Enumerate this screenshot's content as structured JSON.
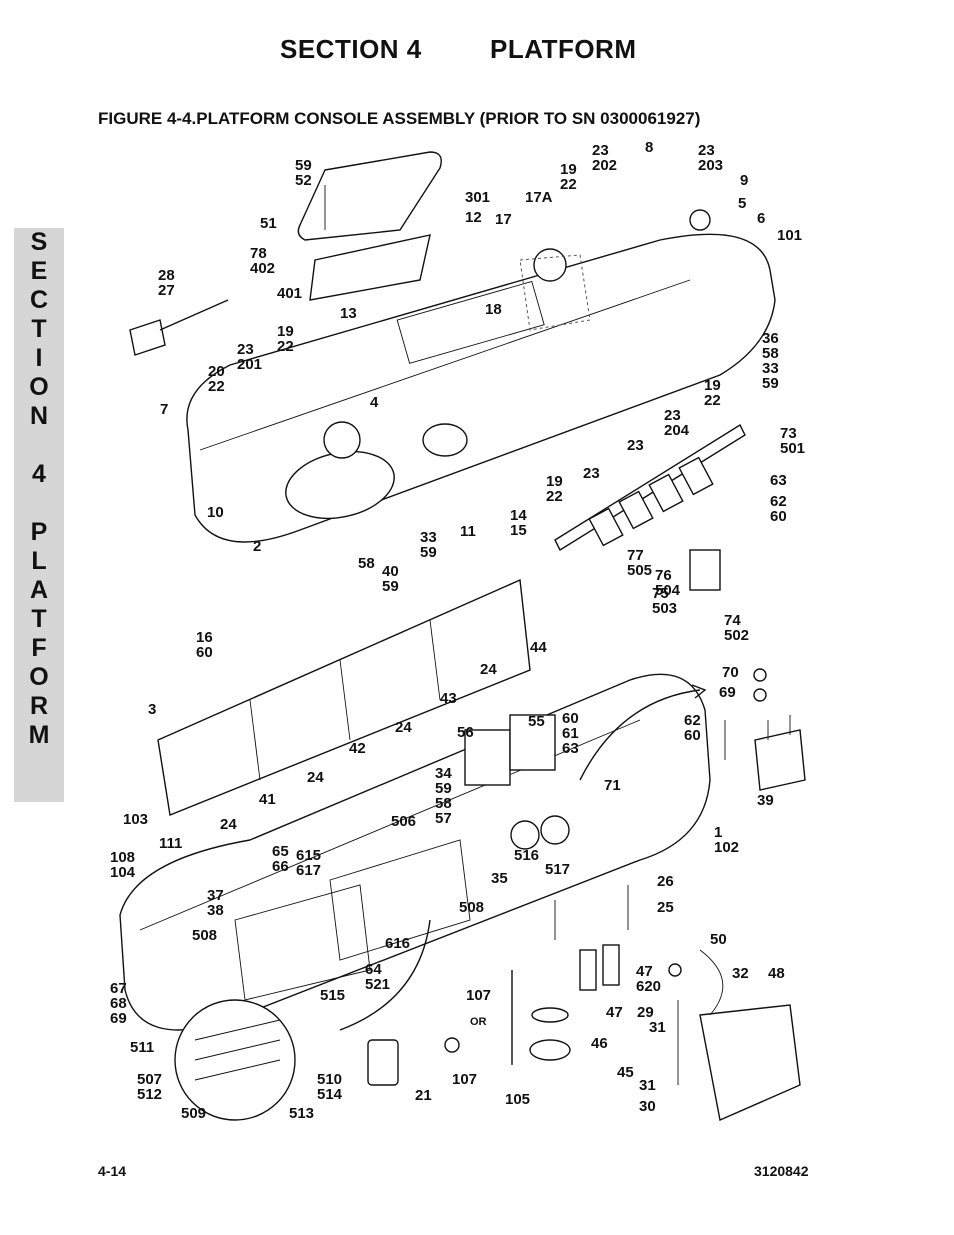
{
  "header": {
    "section": "SECTION 4",
    "name": "PLATFORM"
  },
  "figure_title": "FIGURE 4-4.PLATFORM CONSOLE ASSEMBLY (PRIOR TO SN 0300061927)",
  "side_tab": [
    "S",
    "E",
    "C",
    "T",
    "I",
    "O",
    "N",
    "",
    "4",
    "",
    "P",
    "L",
    "A",
    "T",
    "F",
    "O",
    "R",
    "M"
  ],
  "footer": {
    "page": "4-14",
    "doc_number": "3120842"
  },
  "callouts": [
    "59\n52",
    "51",
    "301",
    "12",
    "78\n402",
    "401",
    "28\n27",
    "13",
    "18",
    "17",
    "17A",
    "19\n22",
    "23\n202",
    "8",
    "23\n203",
    "9",
    "5",
    "6",
    "101",
    "36\n58\n33\n59",
    "19\n22",
    "23\n204",
    "23",
    "23",
    "19\n22",
    "20\n22",
    "23\n201",
    "19\n22",
    "7",
    "4",
    "10",
    "2",
    "33\n59",
    "11",
    "14\n15",
    "73\n501",
    "63",
    "62\n60",
    "77\n505",
    "76\n504",
    "75\n503",
    "74\n502",
    "58",
    "40\n59",
    "16\n60",
    "44",
    "24",
    "3",
    "43",
    "24",
    "42",
    "41",
    "24",
    "24",
    "55",
    "56",
    "60\n61\n63",
    "71",
    "70",
    "69",
    "62\n60",
    "39",
    "34\n59\n58\n57",
    "103",
    "111",
    "506",
    "615\n617",
    "65\n66",
    "108\n104",
    "37\n38",
    "516",
    "517",
    "35",
    "508",
    "1\n102",
    "26",
    "25",
    "508",
    "616",
    "64\n521",
    "50",
    "32",
    "48",
    "67\n68\n69",
    "515",
    "107",
    "47\n620",
    "29",
    "47",
    "31",
    "511",
    "46",
    "45",
    "107",
    "21",
    "507\n512",
    "510\n514",
    "509",
    "513",
    "105",
    "31",
    "30"
  ],
  "callouts_minor": [
    "OR"
  ]
}
